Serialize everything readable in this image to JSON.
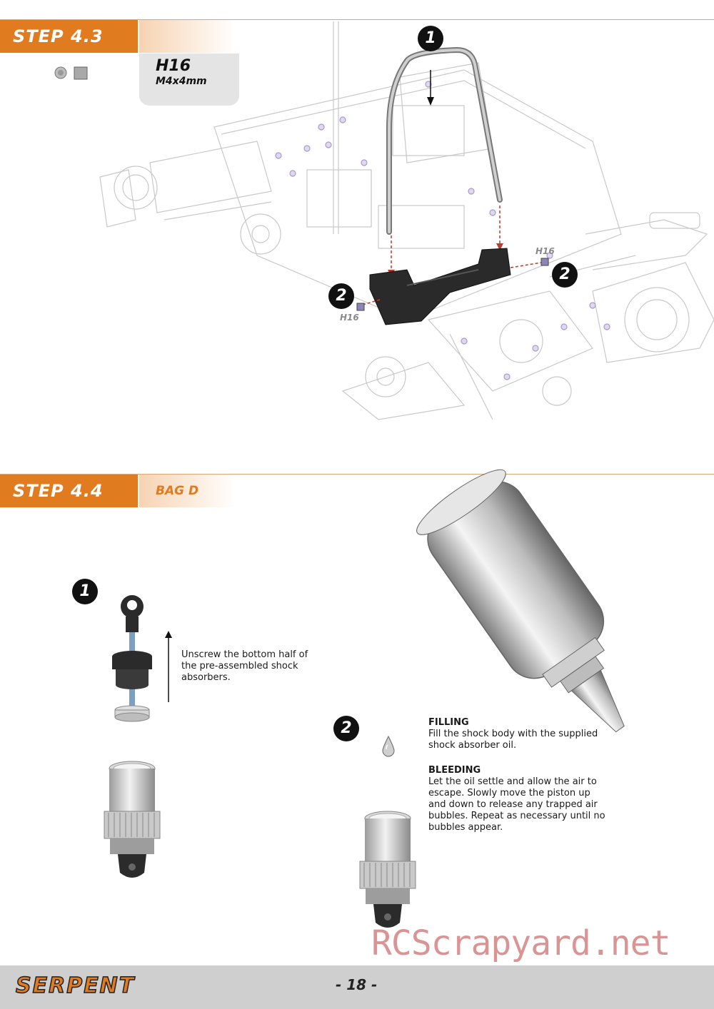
{
  "step43": {
    "label": "STEP 4.3"
  },
  "part": {
    "code": "H16",
    "size": "M4x4mm"
  },
  "callouts43": {
    "one": "1",
    "two_left": "2",
    "two_right": "2",
    "hw_left": "H16",
    "hw_right": "H16"
  },
  "step44": {
    "label": "STEP 4.4",
    "bag": "BAG D"
  },
  "callouts44": {
    "one": "1",
    "two": "2"
  },
  "instr1": {
    "line1": "Unscrew the bottom half of",
    "line2": "the pre-assembled shock",
    "line3": "absorbers."
  },
  "filling": {
    "heading": "FILLING",
    "line1": "Fill the shock body with the supplied",
    "line2": "shock absorber oil."
  },
  "bleeding": {
    "heading": "BLEEDING",
    "line1": "Let the oil settle and allow the air to",
    "line2": "escape. Slowly move the piston up",
    "line3": "and down to release any trapped air",
    "line4": "bubbles. Repeat as necessary until no",
    "line5": "bubbles appear."
  },
  "footer": {
    "brand": "SERPENT",
    "page": "- 18 -"
  },
  "watermark": "RCScrapyard.net",
  "colors": {
    "accent": "#e07b1f",
    "rule": "#d9a57a",
    "footer_bg": "#cfcfcf",
    "part_bg": "#e4e4e4",
    "arrow_red": "#c0392b"
  }
}
